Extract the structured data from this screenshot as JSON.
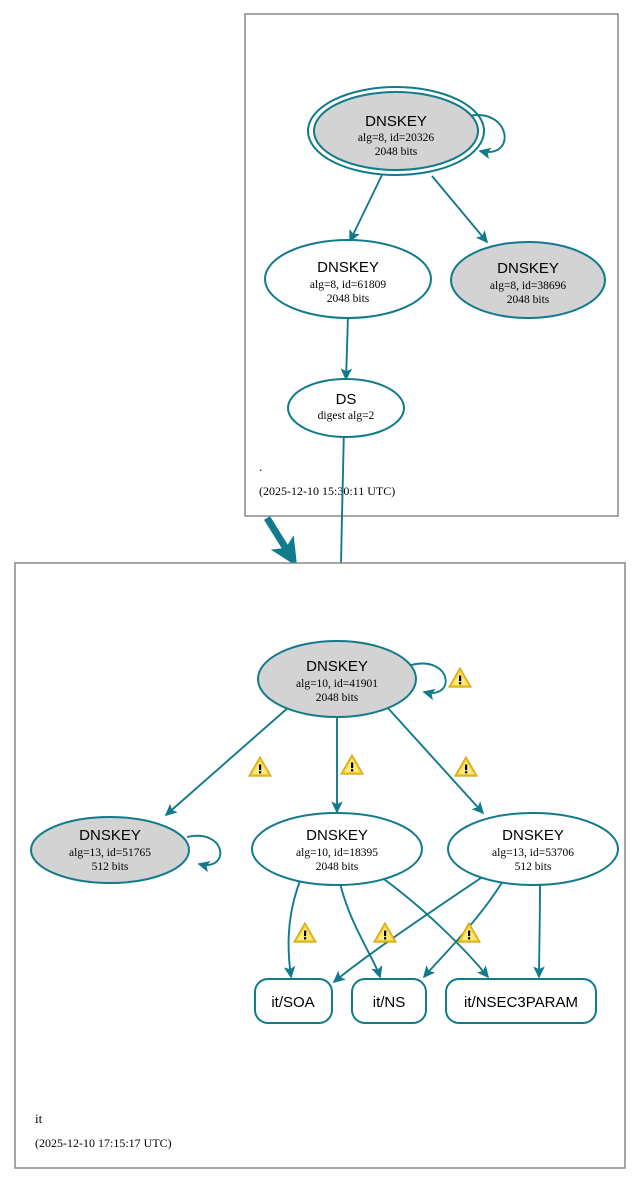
{
  "diagram": {
    "kind": "dnssec-authentication-chain",
    "colors": {
      "edge": "#117a8b",
      "node_stroke": "#117a8b",
      "node_fill_secure": "#d3d3d3",
      "node_fill_plain": "#ffffff",
      "zone_border": "#808080",
      "warning": "#f5d020",
      "text": "#000000"
    }
  },
  "zones": [
    {
      "id": "root",
      "name": ".",
      "timestamp": "(2025-12-10 15:30:11 UTC)"
    },
    {
      "id": "it",
      "name": "it",
      "timestamp": "(2025-12-10 17:15:17 UTC)"
    }
  ],
  "nodes": {
    "root_ksk": {
      "type": "DNSKEY",
      "title": "DNSKEY",
      "params": "alg=8, id=20326",
      "size": "2048 bits",
      "alg": 8,
      "key_id": 20326,
      "bits": 2048,
      "trust_anchor": true,
      "fill": "filled",
      "self_signed": true
    },
    "root_zsk_61809": {
      "type": "DNSKEY",
      "title": "DNSKEY",
      "params": "alg=8, id=61809",
      "size": "2048 bits",
      "alg": 8,
      "key_id": 61809,
      "bits": 2048,
      "trust_anchor": false,
      "fill": "hollow",
      "self_signed": false
    },
    "root_zsk_38696": {
      "type": "DNSKEY",
      "title": "DNSKEY",
      "params": "alg=8, id=38696",
      "size": "2048 bits",
      "alg": 8,
      "key_id": 38696,
      "bits": 2048,
      "trust_anchor": false,
      "fill": "filled",
      "self_signed": false
    },
    "root_ds": {
      "type": "DS",
      "title": "DS",
      "params": "digest alg=2",
      "size": "",
      "digest_alg": 2,
      "fill": "hollow"
    },
    "it_ksk_41901": {
      "type": "DNSKEY",
      "title": "DNSKEY",
      "params": "alg=10, id=41901",
      "size": "2048 bits",
      "alg": 10,
      "key_id": 41901,
      "bits": 2048,
      "fill": "filled",
      "self_signed": true,
      "has_warning": true
    },
    "it_key_51765": {
      "type": "DNSKEY",
      "title": "DNSKEY",
      "params": "alg=13, id=51765",
      "size": "512 bits",
      "alg": 13,
      "key_id": 51765,
      "bits": 512,
      "fill": "filled",
      "self_signed": true
    },
    "it_key_18395": {
      "type": "DNSKEY",
      "title": "DNSKEY",
      "params": "alg=10, id=18395",
      "size": "2048 bits",
      "alg": 10,
      "key_id": 18395,
      "bits": 2048,
      "fill": "hollow",
      "self_signed": false
    },
    "it_key_53706": {
      "type": "DNSKEY",
      "title": "DNSKEY",
      "params": "alg=13, id=53706",
      "size": "512 bits",
      "alg": 13,
      "key_id": 53706,
      "bits": 512,
      "fill": "hollow",
      "self_signed": false
    },
    "rr_soa": {
      "type": "RRset",
      "label": "it/SOA"
    },
    "rr_ns": {
      "type": "RRset",
      "label": "it/NS"
    },
    "rr_nsec3param": {
      "type": "RRset",
      "label": "it/NSEC3PARAM"
    }
  },
  "edges": [
    {
      "from": "root_ksk",
      "to": "root_ksk",
      "style": "self-loop"
    },
    {
      "from": "root_ksk",
      "to": "root_zsk_61809",
      "style": "solid"
    },
    {
      "from": "root_ksk",
      "to": "root_zsk_38696",
      "style": "solid"
    },
    {
      "from": "root_zsk_61809",
      "to": "root_ds",
      "style": "solid"
    },
    {
      "from": "root_ds",
      "to": "it_ksk_41901",
      "style": "solid"
    },
    {
      "from": "root",
      "to": "it",
      "style": "thick-delegation"
    },
    {
      "from": "it_ksk_41901",
      "to": "it_ksk_41901",
      "style": "self-loop",
      "warning": true
    },
    {
      "from": "it_ksk_41901",
      "to": "it_key_51765",
      "style": "solid",
      "warning": true
    },
    {
      "from": "it_ksk_41901",
      "to": "it_key_18395",
      "style": "solid",
      "warning": true
    },
    {
      "from": "it_ksk_41901",
      "to": "it_key_53706",
      "style": "solid",
      "warning": true
    },
    {
      "from": "it_key_51765",
      "to": "it_key_51765",
      "style": "self-loop"
    },
    {
      "from": "it_key_18395",
      "to": "rr_soa",
      "style": "solid",
      "warning": true
    },
    {
      "from": "it_key_18395",
      "to": "rr_ns",
      "style": "solid",
      "warning": true
    },
    {
      "from": "it_key_18395",
      "to": "rr_nsec3param",
      "style": "solid",
      "warning": true
    },
    {
      "from": "it_key_53706",
      "to": "rr_soa",
      "style": "solid"
    },
    {
      "from": "it_key_53706",
      "to": "rr_ns",
      "style": "solid"
    },
    {
      "from": "it_key_53706",
      "to": "rr_nsec3param",
      "style": "solid"
    }
  ],
  "warnings": {
    "count": 7,
    "glyph": "warning-triangle",
    "symbol": "!"
  }
}
